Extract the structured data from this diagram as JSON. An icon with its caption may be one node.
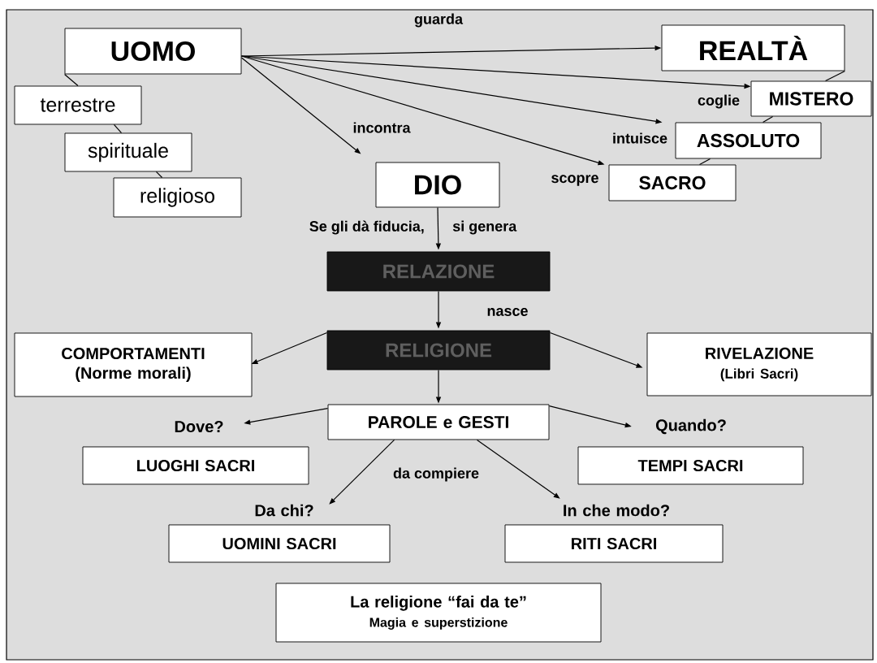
{
  "diagram": {
    "nodes": [
      {
        "text": [
          "UOMO"
        ]
      },
      {
        "text": [
          "terrestre"
        ]
      },
      {
        "text": [
          "spirituale"
        ]
      },
      {
        "text": [
          "religioso"
        ]
      },
      {
        "text": [
          "REALTÀ"
        ]
      },
      {
        "text": [
          "MISTERO"
        ]
      },
      {
        "text": [
          "ASSOLUTO"
        ]
      },
      {
        "text": [
          "SACRO"
        ]
      },
      {
        "text": [
          "DIO"
        ]
      },
      {
        "text": [
          "RELAZIONE"
        ]
      },
      {
        "text": [
          "RELIGIONE"
        ]
      },
      {
        "text": [
          "COMPORTAMENTI (Norme morali)"
        ]
      },
      {
        "text": [
          "RIVELAZIONE",
          "(Libri Sacri)"
        ]
      },
      {
        "text": [
          "PAROLE e GESTI"
        ]
      },
      {
        "text": [
          "Dove?"
        ]
      },
      {
        "text": [
          "LUOGHI SACRI"
        ]
      },
      {
        "text": [
          "Quando?"
        ]
      },
      {
        "text": [
          "TEMPI SACRI"
        ]
      },
      {
        "text": [
          "Da chi?"
        ]
      },
      {
        "text": [
          "UOMINI SACRI"
        ]
      },
      {
        "text": [
          "In che modo?"
        ]
      },
      {
        "text": [
          "RITI SACRI"
        ]
      },
      {
        "text": [
          "La religione “fai da te”",
          "Magia e superstizione"
        ]
      }
    ],
    "edges": [
      {
        "from": 0,
        "to": 4,
        "arrow": "to",
        "label": "guarda"
      },
      {
        "from": 0,
        "to": 5,
        "arrow": "to",
        "label": "coglie"
      },
      {
        "from": 0,
        "to": 6,
        "arrow": "to",
        "label": "intuisce"
      },
      {
        "from": 0,
        "to": 7,
        "arrow": "to",
        "label": "scopre"
      },
      {
        "from": 0,
        "to": 8,
        "arrow": "to",
        "label": "incontra"
      },
      {
        "from": 0,
        "to": 1,
        "arrow": "none"
      },
      {
        "from": 1,
        "to": 2,
        "arrow": "none"
      },
      {
        "from": 2,
        "to": 3,
        "arrow": "none"
      },
      {
        "from": 4,
        "to": 5,
        "arrow": "none"
      },
      {
        "from": 5,
        "to": 6,
        "arrow": "none"
      },
      {
        "from": 6,
        "to": 7,
        "arrow": "none"
      },
      {
        "from": 8,
        "to": 9,
        "arrow": "to"
      },
      {
        "from": 9,
        "to": 10,
        "arrow": "to",
        "label": "nasce"
      },
      {
        "from": 10,
        "to": 11,
        "arrow": "to"
      },
      {
        "from": 10,
        "to": 12,
        "arrow": "to"
      },
      {
        "from": 10,
        "to": 13,
        "arrow": "to"
      },
      {
        "from": 13,
        "to": 14,
        "arrow": "to"
      },
      {
        "from": 13,
        "to": 16,
        "arrow": "to"
      },
      {
        "from": 13,
        "to": 18,
        "arrow": "to"
      },
      {
        "from": 13,
        "to": 20,
        "arrow": "to"
      }
    ],
    "labels": [
      "Se gli dà fiducia,",
      "si genera",
      "da compiere"
    ]
  }
}
